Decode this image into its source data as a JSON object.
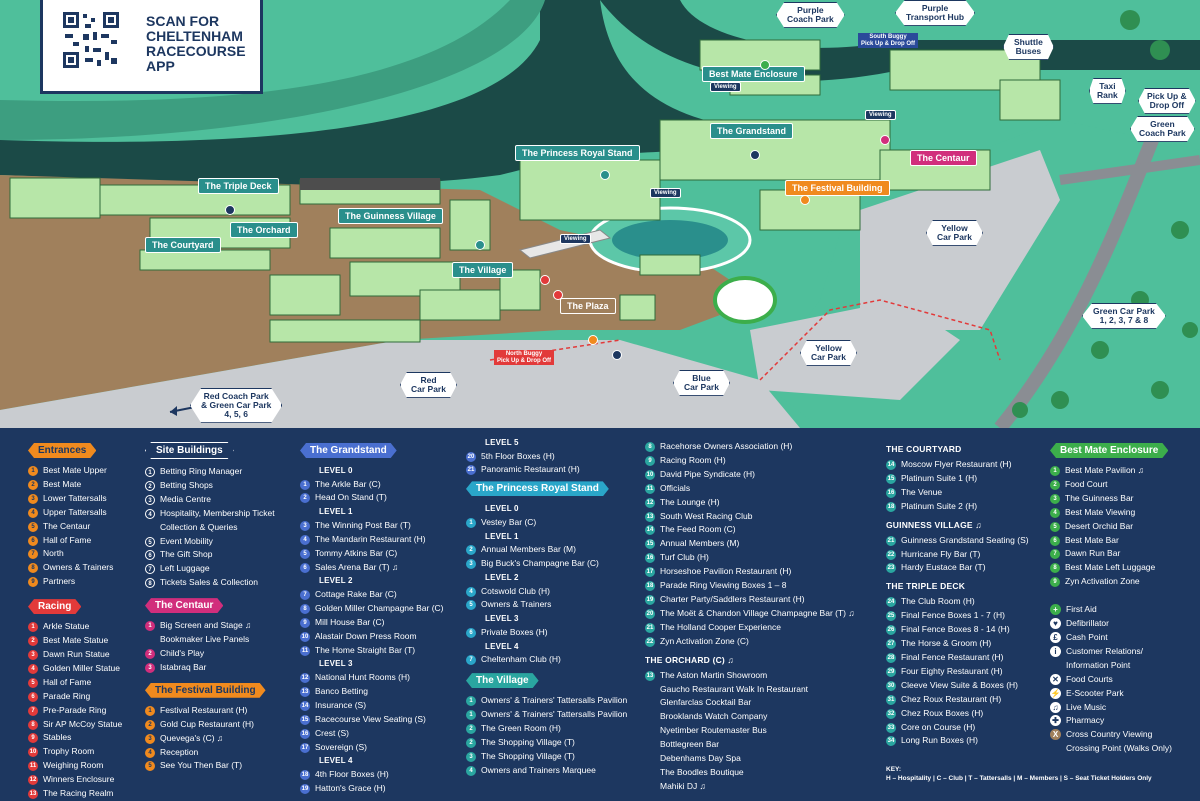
{
  "colors": {
    "navy": "#1d3760",
    "teal": "#2a8f8c",
    "orange": "#f08a1e",
    "red": "#e23a3a",
    "pink": "#d12e7c",
    "green": "#3cae4b",
    "sea": "#5cc7a8",
    "track": "#1b4a47"
  },
  "qr": {
    "text": "SCAN FOR CHELTENHAM RACECOURSE APP",
    "line1": "SCAN FOR",
    "line2": "CHELTENHAM",
    "line3": "RACECOURSE",
    "line4": "APP"
  },
  "map": {
    "triple_deck": "The Triple Deck",
    "guinness_village": "The Guinness Village",
    "courtyard": "The Courtyard",
    "orchard": "The Orchard",
    "village": "The Village",
    "princess_royal": "The Princess Royal Stand",
    "grandstand": "The Grandstand",
    "centaur": "The Centaur",
    "festival_building": "The Festival Building",
    "plaza": "The Plaza",
    "best_mate_enclosure": "Best Mate Enclosure",
    "purple_coach": "Purple Coach Park",
    "purple_coach_l1": "Purple",
    "purple_coach_l2": "Coach Park",
    "purple_hub_l1": "Purple",
    "purple_hub_l2": "Transport Hub",
    "shuttle_l1": "Shuttle",
    "shuttle_l2": "Buses",
    "taxi_l1": "Taxi",
    "taxi_l2": "Rank",
    "pickup_l1": "Pick Up &",
    "pickup_l2": "Drop Off",
    "green_coach_l1": "Green",
    "green_coach_l2": "Coach Park",
    "yellow_l1": "Yellow",
    "yellow_l2": "Car Park",
    "green_car_l1": "Green Car Park",
    "green_car_l2": "1, 2, 3, 7 & 8",
    "red_l1": "Red",
    "red_l2": "Car Park",
    "blue_l1": "Blue",
    "blue_l2": "Car Park",
    "redcoach_l1": "Red Coach Park",
    "redcoach_l2": "& Green Car Park",
    "redcoach_l3": "4, 5, 6",
    "south_buggy_l1": "South Buggy",
    "south_buggy_l2": "Pick Up & Drop Off",
    "north_buggy_l1": "North Buggy",
    "north_buggy_l2": "Pick Up & Drop Off",
    "viewing": "Viewing"
  },
  "legend": {
    "entrances": {
      "title": "Entrances",
      "items": [
        {
          "n": "1",
          "t": "Best Mate Upper"
        },
        {
          "n": "2",
          "t": "Best Mate"
        },
        {
          "n": "3",
          "t": "Lower Tattersalls"
        },
        {
          "n": "4",
          "t": "Upper Tattersalls"
        },
        {
          "n": "5",
          "t": "The Centaur"
        },
        {
          "n": "6",
          "t": "Hall of Fame"
        },
        {
          "n": "7",
          "t": "North"
        },
        {
          "n": "8",
          "t": "Owners & Trainers"
        },
        {
          "n": "9",
          "t": "Partners"
        }
      ]
    },
    "racing": {
      "title": "Racing",
      "items": [
        {
          "n": "1",
          "t": "Arkle Statue"
        },
        {
          "n": "2",
          "t": "Best Mate Statue"
        },
        {
          "n": "3",
          "t": "Dawn Run Statue"
        },
        {
          "n": "4",
          "t": "Golden Miller Statue"
        },
        {
          "n": "5",
          "t": "Hall of Fame"
        },
        {
          "n": "6",
          "t": "Parade Ring"
        },
        {
          "n": "7",
          "t": "Pre-Parade Ring"
        },
        {
          "n": "8",
          "t": "Sir AP McCoy Statue"
        },
        {
          "n": "9",
          "t": "Stables"
        },
        {
          "n": "10",
          "t": "Trophy Room"
        },
        {
          "n": "11",
          "t": "Weighing Room"
        },
        {
          "n": "12",
          "t": "Winners Enclosure"
        },
        {
          "n": "13",
          "t": "The Racing Realm"
        }
      ]
    },
    "site": {
      "title": "Site Buildings",
      "items": [
        {
          "n": "1",
          "t": "Betting Ring Manager"
        },
        {
          "n": "2",
          "t": "Betting Shops"
        },
        {
          "n": "3",
          "t": "Media Centre"
        },
        {
          "n": "4",
          "t": "Hospitality, Membership Ticket"
        },
        {
          "n": "",
          "t": "Collection & Queries"
        },
        {
          "n": "5",
          "t": "Event Mobility"
        },
        {
          "n": "6",
          "t": "The Gift Shop"
        },
        {
          "n": "7",
          "t": "Left Luggage"
        },
        {
          "n": "8",
          "t": "Tickets Sales & Collection"
        }
      ]
    },
    "centaur": {
      "title": "The Centaur",
      "items": [
        {
          "n": "1",
          "t": "Big Screen and Stage ♫"
        },
        {
          "n": "",
          "t": "Bookmaker Live Panels"
        },
        {
          "n": "2",
          "t": "Child's Play"
        },
        {
          "n": "3",
          "t": "Istabraq Bar"
        }
      ]
    },
    "festival": {
      "title": "The Festival Building",
      "items": [
        {
          "n": "1",
          "t": "Festival Restaurant (H)"
        },
        {
          "n": "2",
          "t": "Gold Cup Restaurant (H)"
        },
        {
          "n": "3",
          "t": "Quevega's (C) ♫"
        },
        {
          "n": "4",
          "t": "Reception"
        },
        {
          "n": "5",
          "t": "See You Then Bar (T)"
        }
      ]
    },
    "grandstand": {
      "title": "The Grandstand",
      "groups": [
        {
          "level": "LEVEL 0",
          "items": [
            {
              "n": "1",
              "t": "The Arkle Bar (C)"
            },
            {
              "n": "2",
              "t": "Head On Stand (T)"
            }
          ]
        },
        {
          "level": "LEVEL 1",
          "items": [
            {
              "n": "3",
              "t": "The Winning Post Bar (T)"
            },
            {
              "n": "4",
              "t": "The Mandarin Restaurant (H)"
            },
            {
              "n": "5",
              "t": "Tommy Atkins Bar (C)"
            },
            {
              "n": "6",
              "t": "Sales Arena Bar (T) ♫"
            }
          ]
        },
        {
          "level": "LEVEL 2",
          "items": [
            {
              "n": "7",
              "t": "Cottage Rake Bar (C)"
            },
            {
              "n": "8",
              "t": "Golden Miller Champagne Bar (C)"
            },
            {
              "n": "9",
              "t": "Mill House Bar (C)"
            },
            {
              "n": "10",
              "t": "Alastair Down Press Room"
            },
            {
              "n": "11",
              "t": "The Home Straight Bar (T)"
            }
          ]
        },
        {
          "level": "LEVEL 3",
          "items": [
            {
              "n": "12",
              "t": "National Hunt Rooms (H)"
            },
            {
              "n": "13",
              "t": "Banco Betting"
            },
            {
              "n": "14",
              "t": "Insurance (S)"
            },
            {
              "n": "15",
              "t": "Racecourse View Seating (S)"
            },
            {
              "n": "16",
              "t": "Crest (S)"
            },
            {
              "n": "17",
              "t": "Sovereign (S)"
            }
          ]
        },
        {
          "level": "LEVEL 4",
          "items": [
            {
              "n": "18",
              "t": "4th Floor Boxes (H)"
            },
            {
              "n": "19",
              "t": "Hatton's Grace (H)"
            }
          ]
        }
      ]
    },
    "grandstand5": {
      "level": "LEVEL 5",
      "items": [
        {
          "n": "20",
          "t": "5th Floor Boxes (H)"
        },
        {
          "n": "21",
          "t": "Panoramic Restaurant (H)"
        }
      ]
    },
    "princess": {
      "title": "The Princess Royal Stand",
      "groups": [
        {
          "level": "LEVEL 0",
          "items": [
            {
              "n": "1",
              "t": "Vestey Bar (C)"
            }
          ]
        },
        {
          "level": "LEVEL 1",
          "items": [
            {
              "n": "2",
              "t": "Annual Members Bar (M)"
            },
            {
              "n": "3",
              "t": "Big Buck's Champagne Bar (C)"
            }
          ]
        },
        {
          "level": "LEVEL 2",
          "items": [
            {
              "n": "4",
              "t": "Cotswold Club (H)"
            },
            {
              "n": "5",
              "t": "Owners & Trainers"
            }
          ]
        },
        {
          "level": "LEVEL 3",
          "items": [
            {
              "n": "6",
              "t": "Private Boxes (H)"
            }
          ]
        },
        {
          "level": "LEVEL 4",
          "items": [
            {
              "n": "7",
              "t": "Cheltenham Club (H)"
            }
          ]
        }
      ]
    },
    "village": {
      "title": "The Village",
      "items": [
        {
          "n": "1",
          "t": "Owners' & Trainers' Tattersalls Pavilion"
        },
        {
          "n": "1",
          "t": "Owners' & Trainers' Tattersalls Pavilion"
        },
        {
          "n": "2",
          "t": "The Green Room (H)"
        },
        {
          "n": "2",
          "t": "The Shopping Village (T)"
        },
        {
          "n": "3",
          "t": "The Shopping Village (T)"
        },
        {
          "n": "4",
          "t": "Owners and Trainers Marquee"
        }
      ]
    },
    "col5": {
      "items": [
        {
          "n": "8",
          "t": "Racehorse Owners Association (H)"
        },
        {
          "n": "9",
          "t": "Racing Room (H)"
        },
        {
          "n": "10",
          "t": "David Pipe Syndicate (H)"
        },
        {
          "n": "11",
          "t": "Officials"
        },
        {
          "n": "12",
          "t": "The Lounge (H)"
        },
        {
          "n": "13",
          "t": "South West Racing Club"
        },
        {
          "n": "14",
          "t": "The Feed Room (C)"
        },
        {
          "n": "15",
          "t": "Annual Members (M)"
        },
        {
          "n": "16",
          "t": "Turf Club (H)"
        },
        {
          "n": "17",
          "t": "Horseshoe Pavilion Restaurant (H)"
        },
        {
          "n": "18",
          "t": "Parade Ring Viewing Boxes 1 – 8"
        },
        {
          "n": "19",
          "t": "Charter Party/Saddlers Restaurant (H)"
        },
        {
          "n": "20",
          "t": "The Moët & Chandon Village Champagne Bar (T) ♫"
        },
        {
          "n": "21",
          "t": "The Holland Cooper Experience"
        },
        {
          "n": "22",
          "t": "Zyn Activation Zone (C)"
        }
      ]
    },
    "orchard": {
      "title": "THE ORCHARD (C) ♫",
      "items": [
        {
          "n": "13",
          "t": "The Aston Martin Showroom"
        },
        {
          "n": "",
          "t": "Gaucho Restaurant Walk In Restaurant"
        },
        {
          "n": "",
          "t": "Glenfarclas Cocktail Bar"
        },
        {
          "n": "",
          "t": "Brooklands Watch Company"
        },
        {
          "n": "",
          "t": "Nyetimber Routemaster Bus"
        },
        {
          "n": "",
          "t": "Bottlegreen Bar"
        },
        {
          "n": "",
          "t": "Debenhams Day Spa"
        },
        {
          "n": "",
          "t": "The Boodles Boutique"
        },
        {
          "n": "",
          "t": "Mahiki DJ ♫"
        }
      ]
    },
    "courtyard": {
      "title": "THE COURTYARD",
      "items": [
        {
          "n": "14",
          "t": "Moscow Flyer Restaurant (H)"
        },
        {
          "n": "15",
          "t": "Platinum Suite 1 (H)"
        },
        {
          "n": "16",
          "t": "The Venue"
        },
        {
          "n": "18",
          "t": "Platinum Suite 2 (H)"
        }
      ]
    },
    "guinness": {
      "title": "GUINNESS VILLAGE ♫",
      "items": [
        {
          "n": "21",
          "t": "Guinness Grandstand Seating (S)"
        },
        {
          "n": "22",
          "t": "Hurricane Fly Bar (T)"
        },
        {
          "n": "23",
          "t": "Hardy Eustace Bar (T)"
        }
      ]
    },
    "tripledeck": {
      "title": "THE TRIPLE DECK",
      "items": [
        {
          "n": "24",
          "t": "The Club Room (H)"
        },
        {
          "n": "25",
          "t": "Final Fence Boxes 1 - 7 (H)"
        },
        {
          "n": "26",
          "t": "Final Fence Boxes 8 - 14 (H)"
        },
        {
          "n": "27",
          "t": "The Horse & Groom (H)"
        },
        {
          "n": "28",
          "t": "Final Fence Restaurant (H)"
        },
        {
          "n": "29",
          "t": "Four Eighty Restaurant (H)"
        },
        {
          "n": "30",
          "t": "Cleeve View Suite & Boxes (H)"
        },
        {
          "n": "31",
          "t": "Chez Roux Restaurant (H)"
        },
        {
          "n": "32",
          "t": "Chez Roux Boxes (H)"
        },
        {
          "n": "33",
          "t": "Core on Course (H)"
        },
        {
          "n": "34",
          "t": "Long Run Boxes (H)"
        }
      ]
    },
    "bestmate": {
      "title": "Best Mate Enclosure",
      "items": [
        {
          "n": "1",
          "t": "Best Mate Pavilion ♫"
        },
        {
          "n": "2",
          "t": "Food Court"
        },
        {
          "n": "3",
          "t": "The Guinness Bar"
        },
        {
          "n": "4",
          "t": "Best Mate Viewing"
        },
        {
          "n": "5",
          "t": "Desert Orchid Bar"
        },
        {
          "n": "6",
          "t": "Best Mate Bar"
        },
        {
          "n": "7",
          "t": "Dawn Run Bar"
        },
        {
          "n": "8",
          "t": "Best Mate Left Luggage"
        },
        {
          "n": "9",
          "t": "Zyn Activation Zone"
        }
      ]
    },
    "symbols": {
      "items": [
        {
          "s": "+",
          "t": "First Aid"
        },
        {
          "s": "♥",
          "t": "Defibrillator"
        },
        {
          "s": "£",
          "t": "Cash Point"
        },
        {
          "s": "i",
          "t": "Customer Relations/"
        },
        {
          "s": "",
          "t": "Information Point"
        },
        {
          "s": "✕",
          "t": "Food Courts"
        },
        {
          "s": "⚡",
          "t": "E-Scooter Park"
        },
        {
          "s": "♫",
          "t": "Live Music"
        },
        {
          "s": "✚",
          "t": "Pharmacy"
        },
        {
          "s": "X",
          "t": "Cross Country Viewing"
        },
        {
          "s": "",
          "t": "Crossing Point (Walks Only)"
        }
      ]
    },
    "key": {
      "title": "KEY:",
      "text": "H – Hospitality | C – Club | T – Tattersalls | M – Members | S – Seat Ticket Holders Only"
    }
  }
}
